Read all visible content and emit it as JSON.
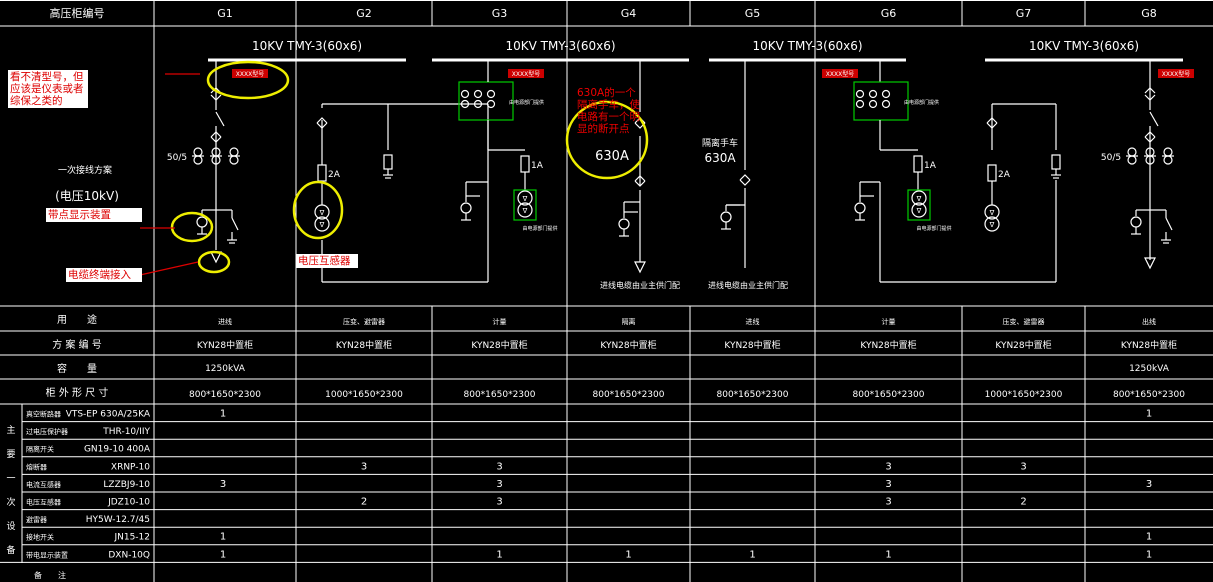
{
  "header": {
    "label": "高压柜编号",
    "columns": [
      "G1",
      "G2",
      "G3",
      "G4",
      "G5",
      "G6",
      "G7",
      "G8"
    ]
  },
  "busbars": [
    "10KV TMY-3(60x6)",
    "10KV TMY-3(60x6)",
    "10KV TMY-3(60x6)",
    "10KV TMY-3(60x6)"
  ],
  "diagram_texts": {
    "scheme_label": "一次接线方案",
    "voltage_label": "(电压10kV)",
    "ct_g1": "50/5",
    "ct_g8": "50/5",
    "fuse_g2": "2A",
    "fuse_g3": "1A",
    "fuse_g6": "1A",
    "fuse_g7": "2A",
    "isolating_trolley": "隔离手车",
    "rating_630": "630A",
    "cable_note_g4": "进线电缆由业主供门配",
    "cable_note_g5": "进线电缆由业主供门配",
    "meter_box_g3": "由电源部门提供",
    "meter_box_g6": "由电源部门提供",
    "pt_box_g3": "由电源部门提供",
    "pt_box_g6": "由电源部门提供",
    "model_tag": "XXXX型号"
  },
  "annotations": {
    "a1": "看不清型号，但应该是仪表或者综保之类的",
    "a2": "带点显示装置",
    "a3": "电缆终端接入",
    "a4": "电压互感器",
    "a5": "630A的一个隔离手车，使电路有一个明显的断开点"
  },
  "table": {
    "row_labels": [
      "用　　途",
      "方 案 编 号",
      "容　　量",
      "柜 外 形 尺 寸"
    ],
    "usage": [
      "进线",
      "压变、避雷器",
      "计量",
      "隔离",
      "进线",
      "计量",
      "压变、避雷器",
      "出线"
    ],
    "scheme": [
      "KYN28中置柜",
      "KYN28中置柜",
      "KYN28中置柜",
      "KYN28中置柜",
      "KYN28中置柜",
      "KYN28中置柜",
      "KYN28中置柜",
      "KYN28中置柜"
    ],
    "capacity": [
      "1250kVA",
      "",
      "",
      "",
      "",
      "",
      "",
      "1250kVA"
    ],
    "size": [
      "800*1650*2300",
      "1000*1650*2300",
      "800*1650*2300",
      "800*1650*2300",
      "800*1650*2300",
      "800*1650*2300",
      "1000*1650*2300",
      "800*1650*2300"
    ],
    "equipment_group": [
      "主",
      "要",
      "一",
      "次",
      "设",
      "备"
    ],
    "equipment": [
      {
        "name": "真空断路器",
        "model": "VTS-EP 630A/25KA",
        "values": [
          "1",
          "",
          "",
          "",
          "",
          "",
          "",
          "1"
        ]
      },
      {
        "name": "过电压保护器",
        "model": "THR-10/IIY",
        "values": [
          "",
          "",
          "",
          "",
          "",
          "",
          "",
          ""
        ]
      },
      {
        "name": "隔离开关",
        "model": "GN19-10 400A",
        "values": [
          "",
          "",
          "",
          "",
          "",
          "",
          "",
          ""
        ]
      },
      {
        "name": "熔断器",
        "model": "XRNP-10",
        "values": [
          "",
          "3",
          "3",
          "",
          "",
          "3",
          "3",
          ""
        ]
      },
      {
        "name": "电流互感器",
        "model": "LZZBJ9-10",
        "values": [
          "3",
          "",
          "3",
          "",
          "",
          "3",
          "",
          "3"
        ]
      },
      {
        "name": "电压互感器",
        "model": "JDZ10-10",
        "values": [
          "",
          "2",
          "3",
          "",
          "",
          "3",
          "2",
          ""
        ]
      },
      {
        "name": "避雷器",
        "model": "HY5W-12.7/45",
        "values": [
          "",
          "",
          "",
          "",
          "",
          "",
          "",
          ""
        ]
      },
      {
        "name": "接地开关",
        "model": "JN15-12",
        "values": [
          "1",
          "",
          "",
          "",
          "",
          "",
          "",
          "1"
        ]
      },
      {
        "name": "带电显示装置",
        "model": "DXN-10Q",
        "values": [
          "1",
          "",
          "1",
          "1",
          "1",
          "1",
          "",
          "1"
        ]
      }
    ],
    "remark_label": "备　　注"
  }
}
